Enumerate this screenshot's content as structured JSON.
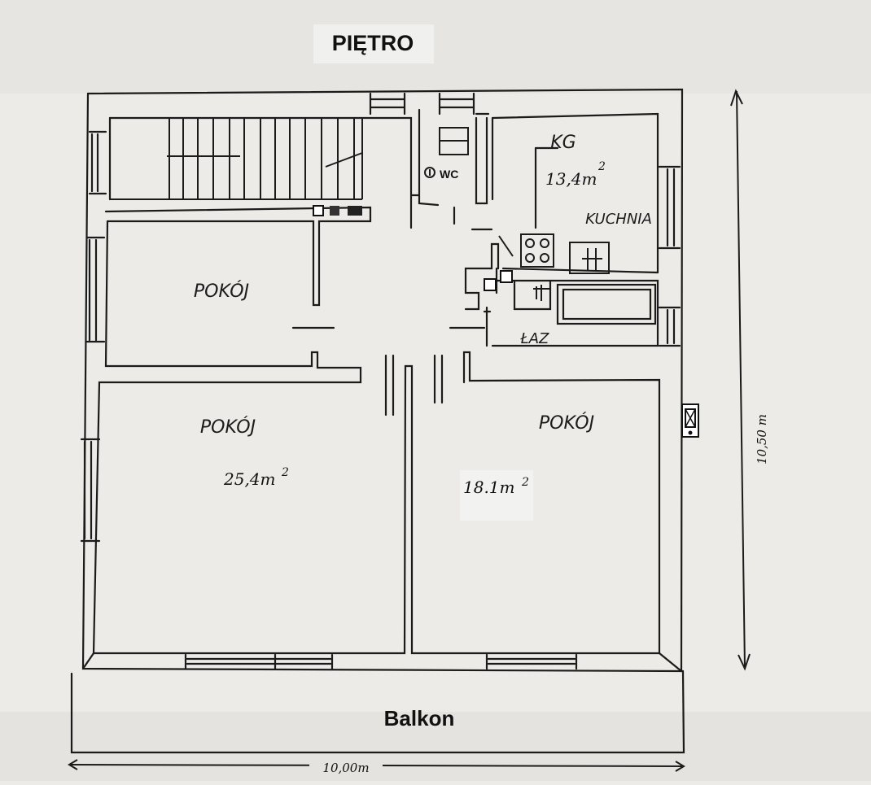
{
  "plan": {
    "title": "PIĘTRO",
    "balcony_label": "Balkon",
    "width_dimension": "10,00m",
    "height_dimension": "10,50 m",
    "rooms": {
      "room_top_left": {
        "name": "POKÓJ"
      },
      "room_bottom_left": {
        "name": "POKÓJ",
        "area": "25,4m",
        "area_sup": "2"
      },
      "room_bottom_right": {
        "name": "POKÓJ",
        "area": "18.1m",
        "area_sup": "2"
      },
      "kitchen": {
        "name": "KUCHNIA",
        "area": "13,4m",
        "area_sup": "2",
        "boiler_label": "KG"
      },
      "wc": {
        "name": "WC"
      },
      "bathroom": {
        "name": "ŁAZ"
      }
    }
  },
  "colors": {
    "paper": "#ecebe8",
    "ink": "#1b1b1b"
  }
}
